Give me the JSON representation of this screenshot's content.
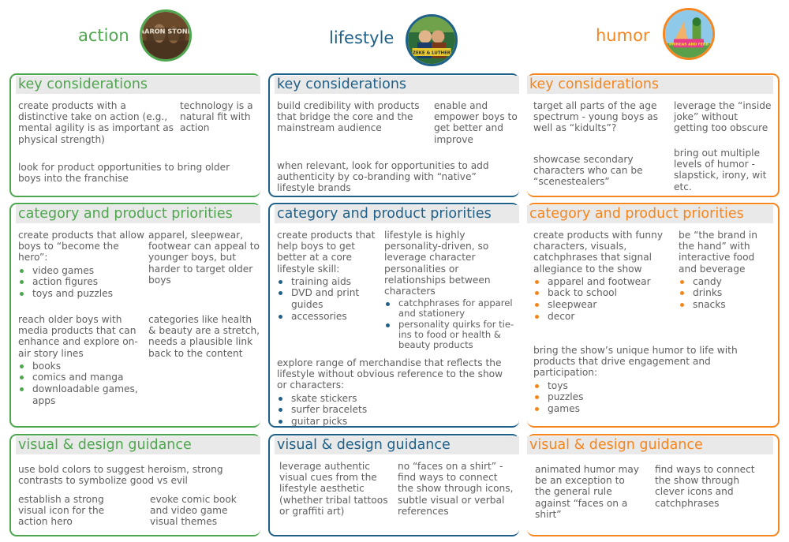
{
  "columns": {
    "action": {
      "title": "action",
      "color": "#4ea64e",
      "logo_icon": "aaron-stone-logo-icon",
      "logo_text": "AARON STONE",
      "key": {
        "heading": "key considerations",
        "a": "create products with a distinctive take on action (e.g., mental agility is as important as physical strength)",
        "b": "technology is a natural fit with action",
        "c": "look for product opportunities to bring older boys into the franchise"
      },
      "cat": {
        "heading": "category and product priorities",
        "a_text": "create products that allow boys to “become the hero”:",
        "a_items": [
          "video games",
          "action figures",
          "toys and puzzles"
        ],
        "b": "apparel, sleepwear, footwear can appeal to younger boys, but harder to target older boys",
        "c_text": "reach older boys with media products that can enhance and explore on-air story lines",
        "c_items": [
          "books",
          "comics and manga",
          "downloadable games, apps"
        ],
        "d": "categories like health & beauty are a stretch, needs a plausible link back to the content"
      },
      "vis": {
        "heading": "visual & design guidance",
        "a": "use bold colors to suggest heroism, strong contrasts to symbolize good vs evil",
        "b": "establish a strong visual icon for the action hero",
        "c": "evoke comic book and video game visual themes"
      }
    },
    "lifestyle": {
      "title": "lifestyle",
      "color": "#1f6089",
      "logo_icon": "zeke-and-luther-logo-icon",
      "logo_text": "ZEKE & LUTHER",
      "key": {
        "heading": "key considerations",
        "a": "build credibility with products that bridge the core and the mainstream audience",
        "b": "enable and empower boys to get better and improve",
        "c": "when relevant, look for opportunities to add authenticity by co-branding with “native” lifestyle brands"
      },
      "cat": {
        "heading": "category and product priorities",
        "a_text": "create products that help boys to get better at a core lifestyle skill:",
        "a_items": [
          "training aids",
          "DVD and print guides",
          "accessories"
        ],
        "b_text": "lifestyle is highly personality-driven, so leverage character personalities or relationships between characters",
        "b_items": [
          "catchphrases for apparel and stationery",
          "personality quirks for tie-ins to food or health & beauty products"
        ],
        "c_text": "explore range of merchandise that reflects the lifestyle without obvious reference to the show or characters:",
        "c_items": [
          "skate stickers",
          "surfer bracelets",
          "guitar picks"
        ]
      },
      "vis": {
        "heading": "visual & design guidance",
        "a": "leverage authentic visual cues from the lifestyle aesthetic (whether tribal tattoos or graffiti art)",
        "b": "no “faces on a shirt” - find ways to connect the show through icons, subtle visual or verbal references"
      }
    },
    "humor": {
      "title": "humor",
      "color": "#f5861f",
      "logo_icon": "phineas-and-ferb-logo-icon",
      "logo_text": "PHINEAS AND FERB",
      "key": {
        "heading": "key considerations",
        "a": "target all parts of the age spectrum - young boys as well as “kidults”?",
        "b": "leverage the “inside joke” without getting too obscure",
        "c": "showcase secondary characters who can be “scenestealers”",
        "d": "bring out multiple levels of humor - slapstick, irony, wit etc."
      },
      "cat": {
        "heading": "category and product priorities",
        "a_text": "create products with funny characters, visuals, catchphrases that signal allegiance to the show",
        "a_items": [
          "apparel and footwear",
          "back to school",
          "sleepwear",
          "decor"
        ],
        "b_text": "be “the brand in the hand” with interactive food and beverage",
        "b_items": [
          "candy",
          "drinks",
          "snacks"
        ],
        "c_text": "bring the show’s unique humor to life with products that drive engagement and participation:",
        "c_items": [
          "toys",
          "puzzles",
          "games"
        ]
      },
      "vis": {
        "heading": "visual & design guidance",
        "a": "animated humor may be an exception to the general rule against “faces on a shirt”",
        "b": "find ways to connect the show through clever icons and catchphrases"
      }
    }
  }
}
